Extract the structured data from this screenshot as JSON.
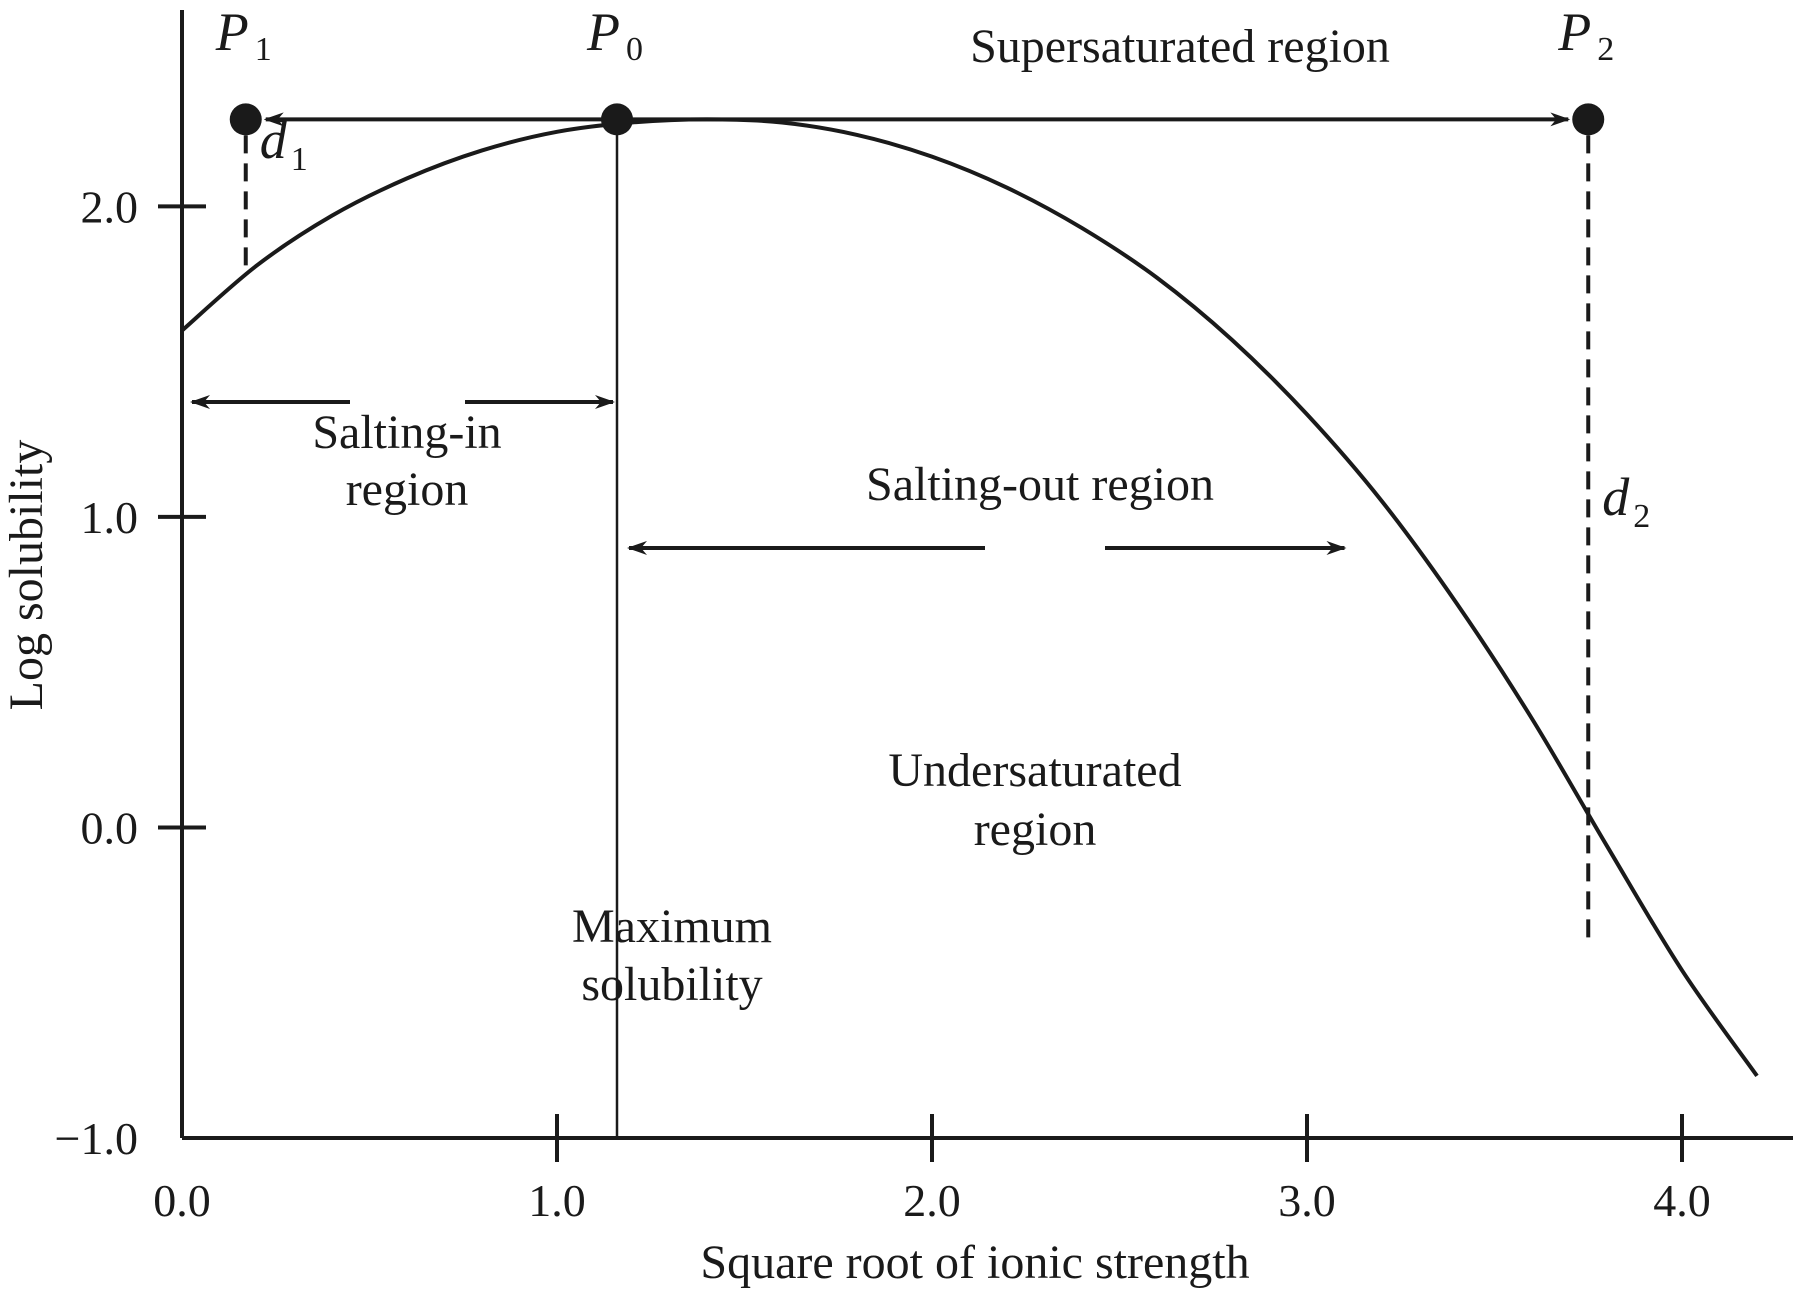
{
  "chart_data": {
    "type": "line",
    "xlabel": "Square root of ionic strength",
    "ylabel": "Log solubility",
    "xlim": [
      0.0,
      4.2
    ],
    "ylim": [
      -1.0,
      2.6
    ],
    "x_ticks": [
      0.0,
      1.0,
      2.0,
      3.0,
      4.0
    ],
    "x_tick_labels": [
      "0.0",
      "1.0",
      "2.0",
      "3.0",
      "4.0"
    ],
    "y_ticks": [
      -1.0,
      0.0,
      1.0,
      2.0
    ],
    "y_tick_labels": [
      "−1.0",
      "0.0",
      "1.0",
      "2.0"
    ],
    "grid": false,
    "series": [
      {
        "x": [
          0.0,
          0.2,
          0.4,
          0.6,
          0.8,
          1.0,
          1.2,
          1.4,
          1.6,
          1.8,
          2.0,
          2.2,
          2.4,
          2.6,
          2.8,
          3.0,
          3.2,
          3.4,
          3.6,
          3.8,
          4.0,
          4.2
        ],
        "y": [
          1.6,
          1.81,
          1.97,
          2.09,
          2.18,
          2.24,
          2.27,
          2.28,
          2.27,
          2.23,
          2.16,
          2.06,
          1.93,
          1.77,
          1.57,
          1.33,
          1.05,
          0.72,
          0.35,
          -0.06,
          -0.46,
          -0.8
        ]
      }
    ],
    "points": [
      {
        "label": "P",
        "subscript": "1",
        "x": 0.17,
        "y": 2.28
      },
      {
        "label": "P",
        "subscript": "0",
        "x": 1.16,
        "y": 2.28
      },
      {
        "label": "P",
        "subscript": "2",
        "x": 3.75,
        "y": 2.28
      }
    ],
    "maximum_x": 1.16,
    "distance_markers": [
      {
        "label": "d",
        "subscript": "1",
        "x": 0.17,
        "y_from": 2.28,
        "y_to": 1.81
      },
      {
        "label": "d",
        "subscript": "2",
        "x": 3.75,
        "y_from": 2.28,
        "y_to": -0.36
      }
    ],
    "annotations": {
      "supersaturated": "Supersaturated region",
      "salting_in_line1": "Salting-in",
      "salting_in_line2": "region",
      "salting_out": "Salting-out region",
      "undersaturated_line1": "Undersaturated",
      "undersaturated_line2": "region",
      "maximum_line1": "Maximum",
      "maximum_line2": "solubility"
    },
    "arrows": [
      {
        "name": "supersaturated-arrow",
        "from": [
          1.16,
          2.28
        ],
        "to": [
          0.17,
          2.28
        ],
        "both_heads": true,
        "extends_to_x": 3.75
      },
      {
        "name": "salting-in-arrow",
        "from": [
          0.0,
          1.37
        ],
        "to": [
          1.16,
          1.37
        ]
      },
      {
        "name": "salting-out-arrow",
        "from": [
          1.16,
          0.9
        ],
        "to": [
          3.1,
          0.9
        ]
      }
    ]
  }
}
